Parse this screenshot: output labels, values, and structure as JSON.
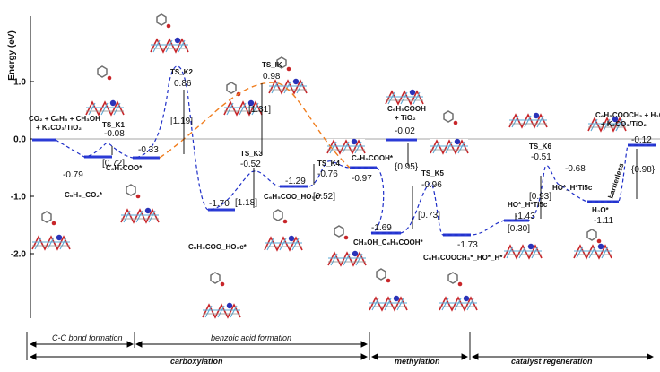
{
  "axis": {
    "label": "Energy (eV)",
    "ticks": [
      {
        "label": "1.0",
        "value": 1.0
      },
      {
        "label": "0.0",
        "value": 0.0
      },
      {
        "label": "-1.0",
        "value": -1.0
      },
      {
        "label": "-2.0",
        "value": -2.0
      }
    ]
  },
  "states": {
    "reactants": {
      "label_lines": [
        "CO₂ + C₆H₆ + CH₃OH",
        "+ K₂CO₃/TiO₂"
      ]
    },
    "c6h5co2": {
      "value": "-0.79",
      "label": "C₆H₅_CO₂*"
    },
    "ts_k1": {
      "label": "TS_K1",
      "value": "-0.08"
    },
    "c6h5coo": {
      "value": "-0.33",
      "label": "C₆H₅COO*"
    },
    "ts_k2": {
      "label": "TS_K2",
      "value": "0.86"
    },
    "ts_ik": {
      "label": "TS_IK",
      "value": "0.98"
    },
    "ts_k3": {
      "label": "TS_K3",
      "value": "-0.52"
    },
    "ho5c_low": {
      "value": "-1.70",
      "label": "C₆H₅COO_HO₅c*"
    },
    "ho5c_mid": {
      "value": "-1.29",
      "label": "C₆H₅COO_HO₅c*"
    },
    "ts_k4": {
      "label": "TS_K4",
      "value": "-0.76"
    },
    "c6h5cooh": {
      "value": "-0.97",
      "label": "C₆H₅COOH*"
    },
    "cooh_tio2": {
      "label_lines": [
        "C₆H₅COOH",
        "+ TiO₂"
      ],
      "value": "-0.02"
    },
    "ch3oh": {
      "value": "-1.69",
      "label": "CH₃OH_C₆H₅COOH*"
    },
    "ts_k5": {
      "label": "TS_K5",
      "value": "-0.96"
    },
    "cooch3": {
      "value": "-1.73",
      "label": "C₆H₅COOCH₃*_HO*_H*"
    },
    "ho_h_1": {
      "label": "HO*_H*Ti5c",
      "value": "-1.43"
    },
    "ts_k6": {
      "label": "TS_K6",
      "value": "-0.51"
    },
    "ho_h_2": {
      "value": "-0.68",
      "label": "HO*_H*Ti5c"
    },
    "h2o": {
      "value": "-1.11",
      "label": "H₂O*"
    },
    "products": {
      "label_lines": [
        "C₆H₅COOCH₃ + H₂O",
        "+ K₂CO₃/TiO₂"
      ],
      "value": "-0.12"
    },
    "barrierless": "barrierless"
  },
  "barriers": [
    "[0.72]",
    "[1.19]",
    "[1.31]",
    "[1.18]",
    "[0.52]",
    "{0.95}",
    "[0.73]",
    "[0.30]",
    "[0.93]",
    "{0.98}"
  ],
  "sections": {
    "cc": "C-C bond formation",
    "benzoic": "benzoic acid formation",
    "carboxylation": "carboxylation",
    "methylation": "methylation",
    "regeneration": "catalyst regeneration"
  },
  "colors": {
    "level": "#2b3bd6",
    "curve": "#1f2fc8",
    "ts_ik_curve": "#f07d1e",
    "slab_red": "#c8262a",
    "slab_blue": "#5aa9d6",
    "slab_grey": "#8b8b8b"
  },
  "icons": [
    "surface-structure-icon"
  ]
}
